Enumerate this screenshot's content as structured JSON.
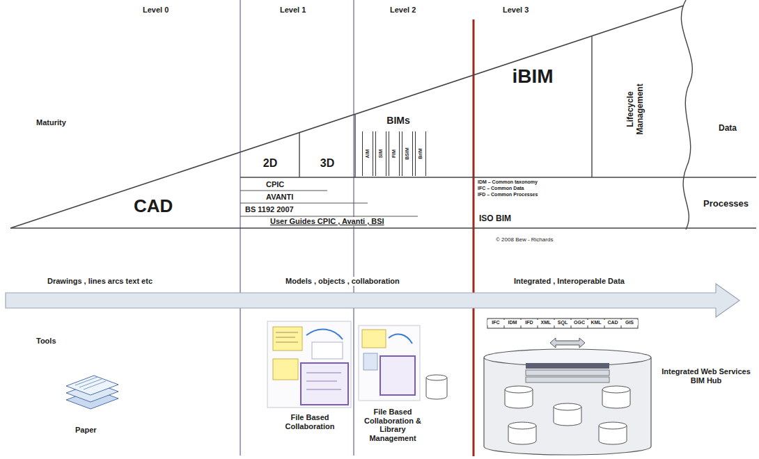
{
  "diagram": {
    "nodes": [
      {
        "text": [
          "2D"
        ]
      },
      {
        "text": [
          "3D"
        ]
      },
      {
        "text": [
          "BIMs"
        ]
      },
      {
        "text": [
          "AIM"
        ],
        "in": 2
      },
      {
        "text": [
          "SIM"
        ],
        "in": 2
      },
      {
        "text": [
          "FIM"
        ],
        "in": 2
      },
      {
        "text": [
          "BSIM"
        ],
        "in": 2
      },
      {
        "text": [
          "BrIM"
        ],
        "in": 2
      },
      {
        "text": [
          "iBIM"
        ]
      },
      {
        "text": [
          "Lifecycle Management"
        ]
      }
    ],
    "labels": [
      "Level 0",
      "Level 1",
      "Level 2",
      "Level 3",
      "Maturity",
      "CAD",
      "CPIC",
      "AVANTI",
      "BS 1192 2007",
      "User Guides CPIC , Avanti , BSI",
      "IDM – Common taxonomy",
      "IFC – Common Data",
      "IFD – Common Processes",
      "ISO BIM",
      "Data",
      "Processes",
      "© 2008 Bew - Richards",
      "Drawings , lines arcs text etc",
      "Models , objects , collaboration",
      "Integrated , Interoperable Data",
      "Tools",
      "Paper",
      "File Based Collaboration",
      "File Based Collaboration & Library Management",
      "Integrated Web Services BIM Hub",
      "IFC",
      "IDM",
      "IFD",
      "XML",
      "SQL",
      "OGC",
      "KML",
      "CAD",
      "GIS"
    ]
  }
}
